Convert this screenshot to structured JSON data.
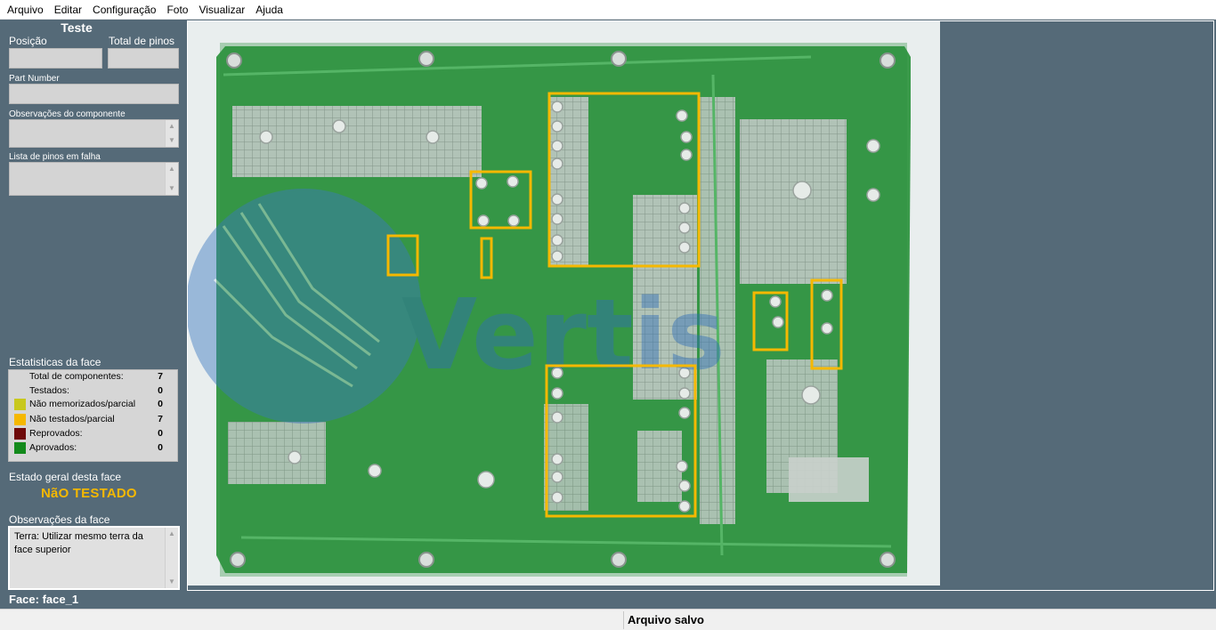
{
  "menu": [
    "Arquivo",
    "Editar",
    "Configuração",
    "Foto",
    "Visualizar",
    "Ajuda"
  ],
  "sidebar": {
    "title": "Teste",
    "posicao_label": "Posição",
    "posicao_value": "",
    "total_pinos_label": "Total de pinos",
    "total_pinos_value": "",
    "part_number_label": "Part Number",
    "part_number_value": "",
    "obs_componente_label": "Observações do componente",
    "obs_componente_value": "",
    "pinos_falha_label": "Lista de pinos em falha",
    "pinos_falha_value": ""
  },
  "stats": {
    "header": "Estatisticas da face",
    "rows": [
      {
        "label": "Total de componentes:",
        "value": "7",
        "color": ""
      },
      {
        "label": "Testados:",
        "value": "0",
        "color": ""
      },
      {
        "label": "Não memorizados/parcial",
        "value": "0",
        "color": "#c8c81e"
      },
      {
        "label": "Não testados/parcial",
        "value": "7",
        "color": "#f5b800"
      },
      {
        "label": "Reprovados:",
        "value": "0",
        "color": "#6e0a0a"
      },
      {
        "label": "Aprovados:",
        "value": "0",
        "color": "#138a1c"
      }
    ]
  },
  "estado": {
    "label": "Estado geral desta face",
    "value": "NãO TESTADO",
    "color": "#f5b800"
  },
  "obs_face": {
    "label": "Observações da face",
    "value": "Terra: Utilizar mesmo terra da face superior"
  },
  "face": {
    "label": "Face: face_1"
  },
  "image": {
    "watermark": "Vertis",
    "highlight_color": "#f5b800"
  },
  "status": {
    "message": "Arquivo salvo"
  }
}
